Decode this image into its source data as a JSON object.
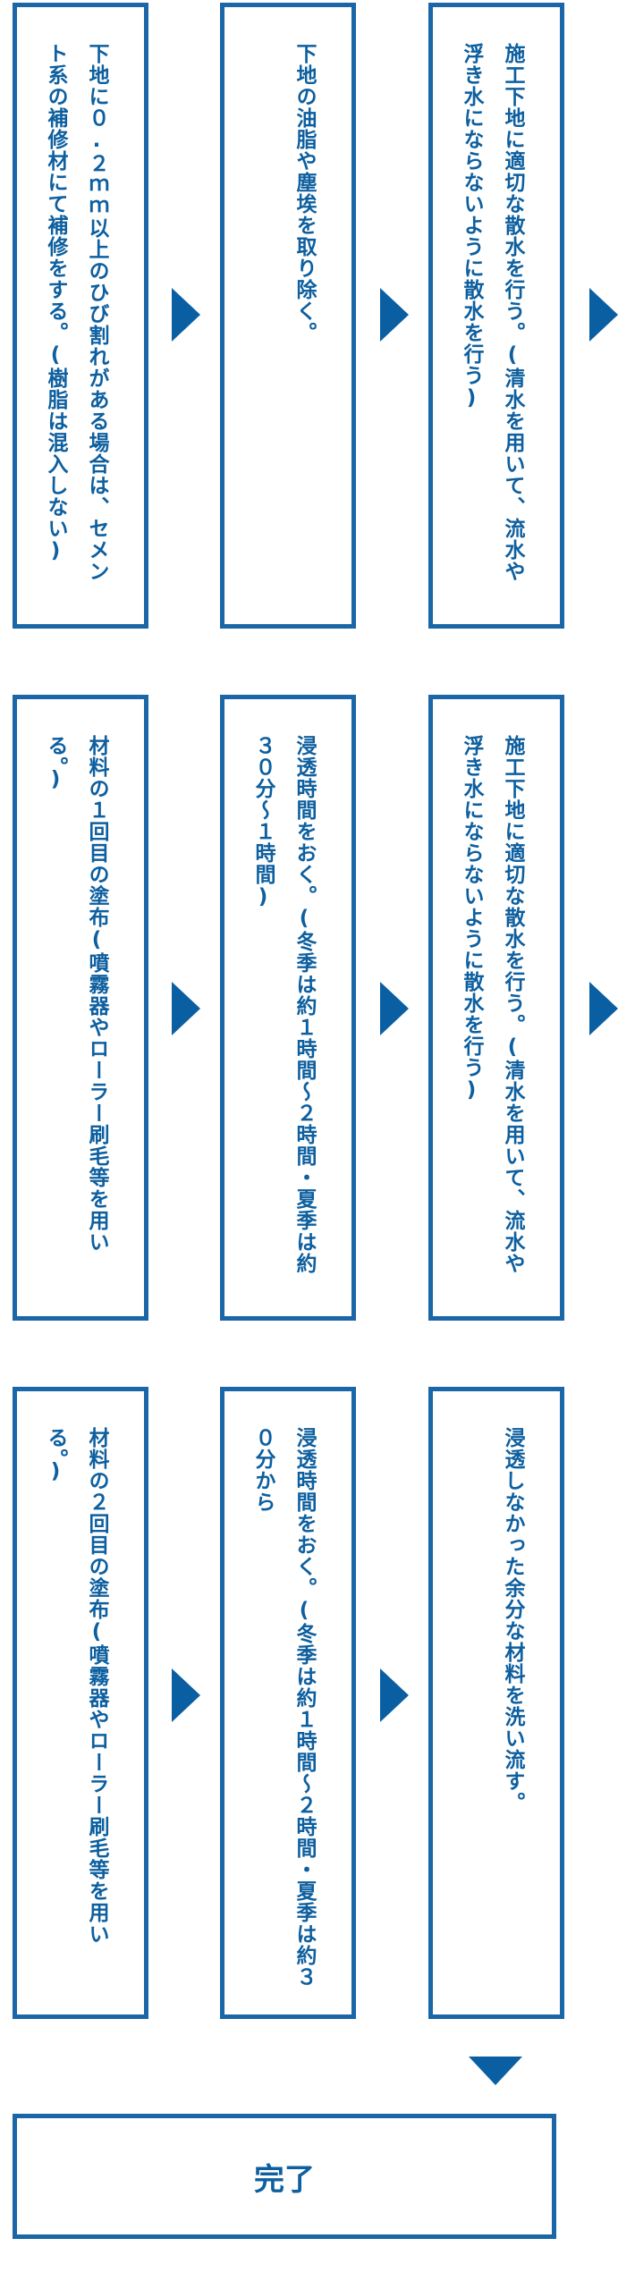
{
  "rows": [
    {
      "steps": [
        {
          "text": "下地に０.２ｍｍ以上のひび割れがある場合は、セメント系の補修材にて補修をする。(樹脂は混入しない)"
        },
        {
          "text": "下地の油脂や塵埃を取り除く。"
        },
        {
          "text": "施工下地に適切な散水を行う。(清水を用いて、流水や浮き水にならないように散水を行う)"
        }
      ]
    },
    {
      "steps": [
        {
          "text": "材料の１回目の塗布(噴霧器やローラー刷毛等を用いる。)"
        },
        {
          "text": "浸透時間をおく。(冬季は約１時間～２時間・夏季は約３０分～１時間)"
        },
        {
          "text": "施工下地に適切な散水を行う。(清水を用いて、流水や浮き水にならないように散水を行う)"
        }
      ]
    },
    {
      "steps": [
        {
          "text": "材料の２回目の塗布(噴霧器やローラー刷毛等を用いる。)"
        },
        {
          "text": "浸透時間をおく。(冬季は約１時間～２時間・夏季は約３０分から"
        },
        {
          "text": "浸透しなかった余分な材料を洗い流す。"
        }
      ]
    }
  ],
  "final": {
    "label": "完了"
  },
  "colors": {
    "accent": "#1a66a6",
    "arrow": "#0a5fa3",
    "text": "#0d5f9f"
  }
}
